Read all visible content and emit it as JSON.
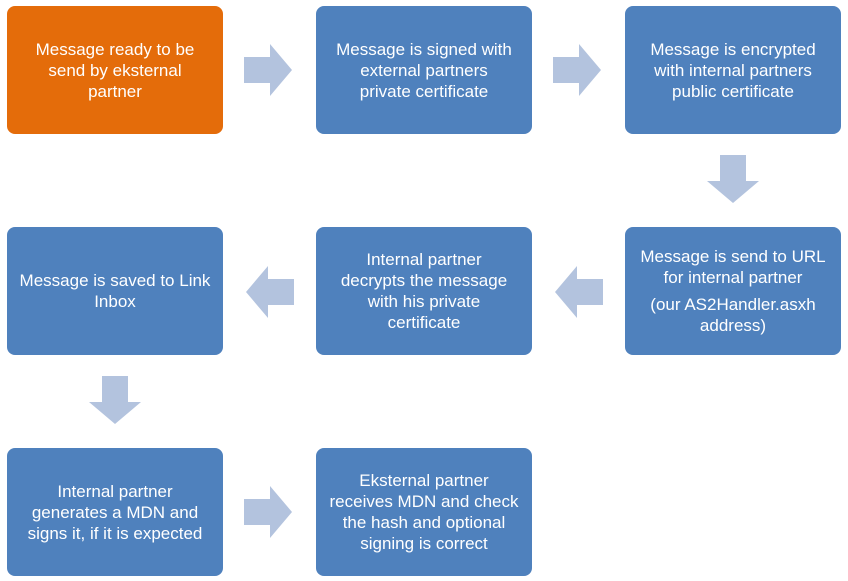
{
  "colors": {
    "start_box": "#E46C0A",
    "step_box": "#4F81BD",
    "arrow": "#B3C3DE",
    "text": "#FFFFFF"
  },
  "steps": [
    {
      "lines": [
        "Message ready to be",
        "send by eksternal",
        "partner"
      ]
    },
    {
      "lines": [
        "Message is signed with",
        "external partners",
        "private certificate"
      ]
    },
    {
      "lines": [
        "Message is encrypted",
        "with internal partners",
        "public certificate"
      ]
    },
    {
      "lines": [
        "Message is send to URL",
        "for internal partner"
      ],
      "note": [
        "(our AS2Handler.asxh",
        "address)"
      ]
    },
    {
      "lines": [
        "Internal partner",
        "decrypts the message",
        "with his private",
        "certificate"
      ]
    },
    {
      "lines": [
        "Message is saved to Link",
        "Inbox"
      ]
    },
    {
      "lines": [
        "Internal partner",
        "generates a MDN and",
        "signs it, if it is expected"
      ]
    },
    {
      "lines": [
        "Eksternal partner",
        "receives MDN and check",
        "the hash and optional",
        "signing is correct"
      ]
    }
  ]
}
